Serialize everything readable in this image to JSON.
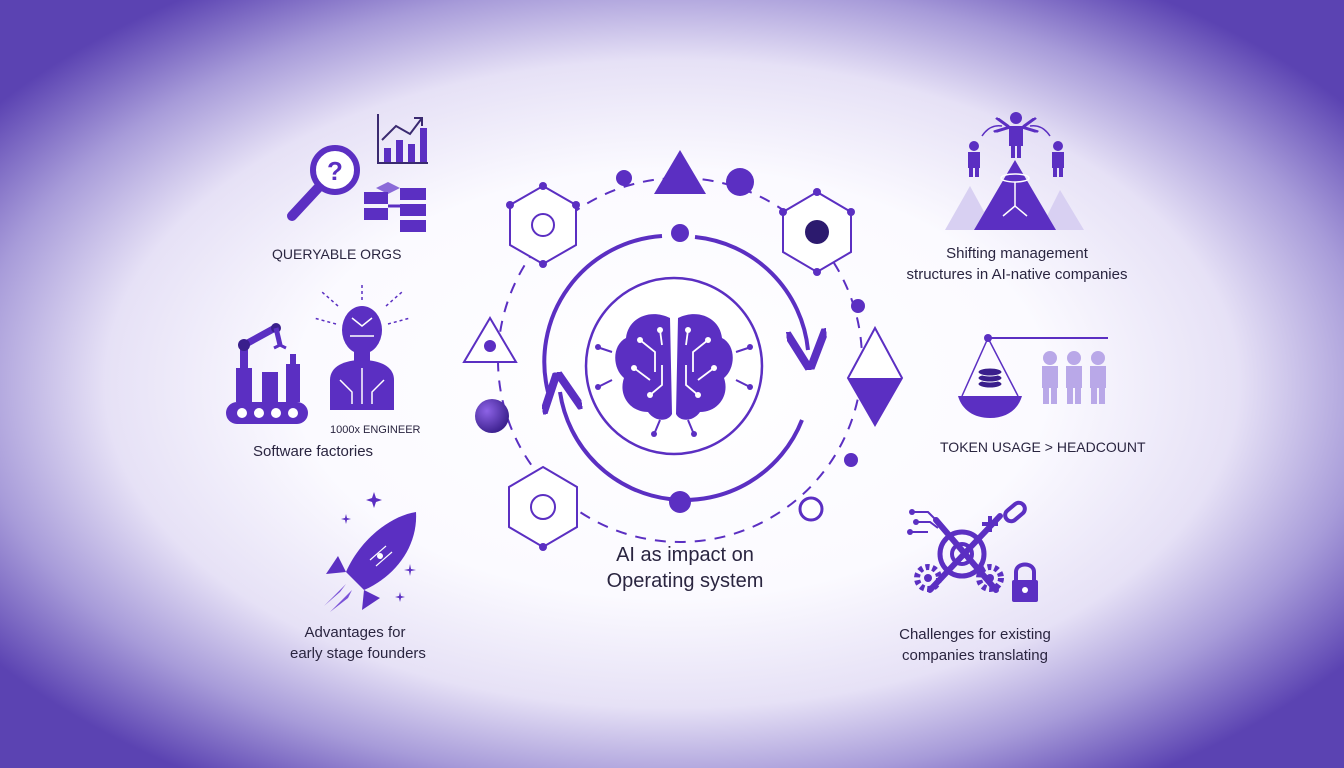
{
  "center": {
    "title_line1": "AI as impact on",
    "title_line2": "Operating system"
  },
  "left": {
    "queryable_orgs": "QUERYABLE ORGS",
    "engineer_tag": "1000x ENGINEER",
    "software_factories": "Software factories",
    "advantages_line1": "Advantages for",
    "advantages_line2": "early stage founders"
  },
  "right": {
    "shifting_line1": "Shifting management",
    "shifting_line2": "structures in AI-native companies",
    "token_usage": "TOKEN USAGE > HEADCOUNT",
    "challenges_line1": "Challenges for existing",
    "challenges_line2": "companies translating"
  },
  "colors": {
    "primary": "#5b2fc2",
    "dark": "#3a1f8c",
    "light": "#c9bdf0"
  }
}
